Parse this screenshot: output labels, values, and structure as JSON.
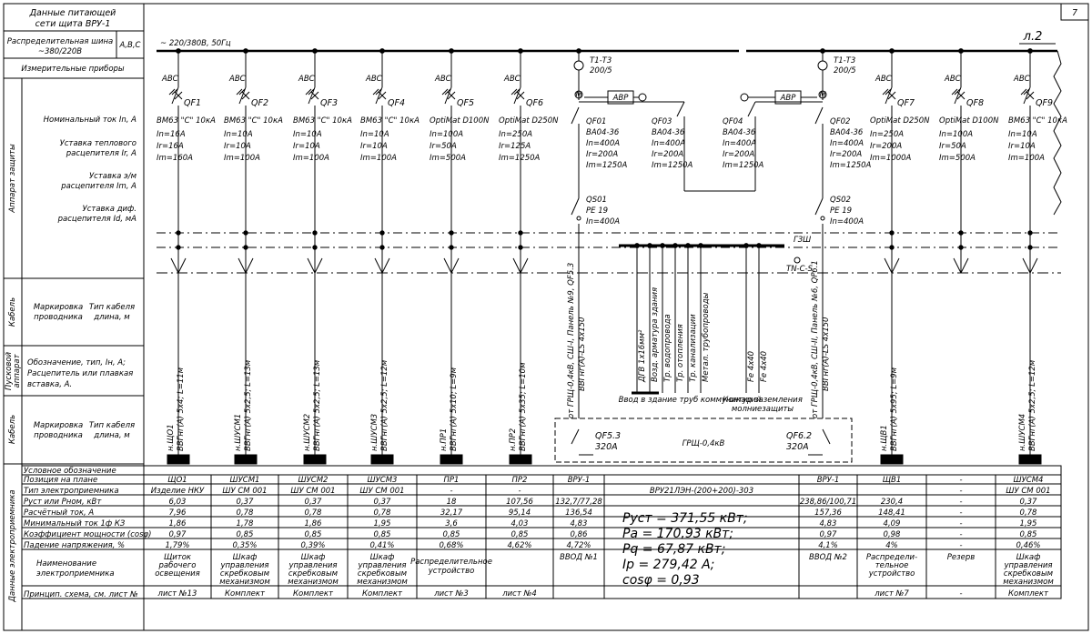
{
  "sheet": {
    "number": "7",
    "continuation": "л.2"
  },
  "left_panel": {
    "supply_header": [
      "Данные питающей",
      "сети щита ВРУ-1"
    ],
    "busbar_label": [
      "Распределительная шина",
      "~380/220В"
    ],
    "phases": "А,В,С",
    "instruments": "Измерительные приборы",
    "protection_group": "Аппарат защиты",
    "protection_params": [
      "Номинальный ток In, А",
      "Уставка теплового",
      "расцепителя Ir, А",
      "Уставка э/м",
      "расцепителя Im, А",
      "Уставка диф.",
      "расцепителя Id, мА"
    ],
    "cable_group": "Кабель",
    "cable_mark": [
      "Маркировка",
      "проводника"
    ],
    "cable_type": [
      "Тип кабеля",
      "длина, м"
    ],
    "starter_group": [
      "Пусковой",
      "аппарат"
    ],
    "starter_desc": [
      "Обозначение, тип, Iн, А;",
      "Расцепитель или плавкая",
      "вставка, А."
    ],
    "cable_group2": "Кабель",
    "data_group": "Данные электроприемника"
  },
  "network": {
    "supply": "~ 220/380В, 50Гц",
    "abc": "АВС",
    "ct1": [
      "Т1-Т3",
      "200/5"
    ],
    "ct2": [
      "Т1-Т3",
      "200/5"
    ],
    "avr": "АВР",
    "gzsh": "ГЗШ",
    "tncs": "TN-C-S",
    "grsh": "ГРЩ-0,4кВ",
    "input_note": "Ввод в здание труб коммуникаций",
    "ground_note": [
      "Контур заземления",
      "молниезащиты"
    ]
  },
  "breakers": [
    {
      "id": "QF1",
      "model": "ВМ63 \"С\" 10кА",
      "In": "In=16А",
      "Ir": "Ir=16А",
      "Im": "Im=160А"
    },
    {
      "id": "QF2",
      "model": "ВМ63 \"С\" 10кА",
      "In": "In=10А",
      "Ir": "Ir=10А",
      "Im": "Im=100А"
    },
    {
      "id": "QF3",
      "model": "ВМ63 \"С\" 10кА",
      "In": "In=10А",
      "Ir": "Ir=10А",
      "Im": "Im=100А"
    },
    {
      "id": "QF4",
      "model": "ВМ63 \"С\" 10кА",
      "In": "In=10А",
      "Ir": "Ir=10А",
      "Im": "Im=100А"
    },
    {
      "id": "QF5",
      "model": "OptiMat D100N",
      "In": "In=100А",
      "Ir": "Ir=50А",
      "Im": "Im=500А"
    },
    {
      "id": "QF6",
      "model": "OptiMat D250N",
      "In": "In=250А",
      "Ir": "Ir=125А",
      "Im": "Im=1250А"
    },
    {
      "id": "QF01",
      "model": "ВА04-36",
      "In": "In=400А",
      "Ir": "Ir=200А",
      "Im": "Im=1250А"
    },
    {
      "id": "QF03",
      "model": "ВА04-36",
      "In": "In=400А",
      "Ir": "Ir=200А",
      "Im": "Im=1250А"
    },
    {
      "id": "QF04",
      "model": "ВА04-36",
      "In": "In=400А",
      "Ir": "Ir=200А",
      "Im": "Im=1250А"
    },
    {
      "id": "QF02",
      "model": "ВА04-36",
      "In": "In=400А",
      "Ir": "Ir=200А",
      "Im": "Im=1250А"
    },
    {
      "id": "QF7",
      "model": "OptiMat D250N",
      "In": "In=250А",
      "Ir": "Ir=200А",
      "Im": "Im=1000А"
    },
    {
      "id": "QF8",
      "model": "OptiMat D100N",
      "In": "In=100А",
      "Ir": "Ir=50А",
      "Im": "Im=500А"
    },
    {
      "id": "QF9",
      "model": "ВМ63 \"С\" 10кА",
      "In": "In=10А",
      "Ir": "Ir=10А",
      "Im": "Im=100А"
    }
  ],
  "switches": [
    {
      "id": "QS01",
      "line2": "PE 19",
      "line3": "In=400А"
    },
    {
      "id": "QS02",
      "line2": "PE 19",
      "line3": "In=400А"
    }
  ],
  "feeders": [
    {
      "mark": "н.ЩО1",
      "cable": "ВВГнг(А) 5х4; L=11м"
    },
    {
      "mark": "н.ШУСМ1",
      "cable": "ВВГнг(А) 5х2,5; L=13м"
    },
    {
      "mark": "н.ШУСМ2",
      "cable": "ВВГнг(А) 5х2,5; L=13м"
    },
    {
      "mark": "н.ШУСМ3",
      "cable": "ВВГнг(А) 5х2,5; L=12м"
    },
    {
      "mark": "н.ПР1",
      "cable": "ВВГнг(А) 5х10; L=9м"
    },
    {
      "mark": "н.ПР2",
      "cable": "ВВГнг(А) 5х35; L=10м"
    },
    {
      "mark": "н.ЩВ1",
      "cable": "ВВГнг(А) 5х95; L=9м"
    },
    {
      "mark": "н.ШУСМ4",
      "cable": "ВВГнг(А) 5х2,5; L=12м"
    }
  ],
  "inputs": [
    {
      "text": "от ГРЩ-0,4кВ, СШ-I, Панель №9, QF5.3",
      "cable": "ВВГнг(А)-LS 4х150"
    },
    {
      "text": "от ГРЩ-0,4кВ, СШ-II, Панель №6, QF6.1",
      "cable": "ВВГнг(А)-LS 4х150"
    }
  ],
  "grsh_breakers": [
    {
      "id": "QF5.3",
      "rating": "320А"
    },
    {
      "id": "QF6.2",
      "rating": "320А"
    }
  ],
  "earthing_lines": [
    "ДГВ 1х16мм²",
    "Возд. арматура здания",
    "Тр. водопровода",
    "Тр. отопления",
    "Тр. канализации",
    "Метал. трубопроводы",
    "Fe 4х40",
    "Fe 4х40"
  ],
  "table": {
    "row_labels": [
      "Условное обозначение",
      "Позиция на плане",
      "Тип электроприемника",
      "Руст или Рном, кВт",
      "Расчётный ток, А",
      "Минимальный ток 1ф КЗ",
      "Коэффициент мощности (cosφ)",
      "Падение напряжения, %",
      "Наименование электроприемника",
      "Принцип. схема, см. лист №"
    ],
    "columns": [
      {
        "pos": "ЩО1",
        "type": "Изделие НКУ",
        "p": "6,03",
        "i": "7,96",
        "ikz": "1,86",
        "cos": "0,97",
        "du": "1,79%",
        "name": [
          "Щиток",
          "рабочего",
          "освещения"
        ],
        "sheet": "лист №13"
      },
      {
        "pos": "ШУСМ1",
        "type": "ШУ СМ 001",
        "p": "0,37",
        "i": "0,78",
        "ikz": "1,78",
        "cos": "0,85",
        "du": "0,35%",
        "name": [
          "Шкаф",
          "управления",
          "скребковым",
          "механизмом"
        ],
        "sheet": "Комплект"
      },
      {
        "pos": "ШУСМ2",
        "type": "ШУ СМ 001",
        "p": "0,37",
        "i": "0,78",
        "ikz": "1,86",
        "cos": "0,85",
        "du": "0,39%",
        "name": [
          "Шкаф",
          "управления",
          "скребковым",
          "механизмом"
        ],
        "sheet": "Комплект"
      },
      {
        "pos": "ШУСМ3",
        "type": "ШУ СМ 001",
        "p": "0,37",
        "i": "0,78",
        "ikz": "1,95",
        "cos": "0,85",
        "du": "0,41%",
        "name": [
          "Шкаф",
          "управления",
          "скребковым",
          "механизмом"
        ],
        "sheet": "Комплект"
      },
      {
        "pos": "ПР1",
        "type": "-",
        "p": "18",
        "i": "32,17",
        "ikz": "3,6",
        "cos": "0,85",
        "du": "0,68%",
        "name": [],
        "sheet": "лист №3"
      },
      {
        "pos": "ПР2",
        "type": "-",
        "p": "107,56",
        "i": "95,14",
        "ikz": "4,03",
        "cos": "0,85",
        "du": "4,62%",
        "name": [],
        "sheet": "лист №4"
      },
      {
        "pos": "ВРУ-1",
        "type": "",
        "p": "132,7/77,28",
        "i": "136,54",
        "ikz": "4,83",
        "cos": "0,86",
        "du": "4,72%",
        "name": [
          "ВВОД №1"
        ],
        "sheet": ""
      },
      {
        "pos": "ВРУ-1",
        "type": "",
        "p": "238,86/100,71",
        "i": "157,36",
        "ikz": "4,83",
        "cos": "0,97",
        "du": "4,1%",
        "name": [
          "ВВОД №2"
        ],
        "sheet": ""
      },
      {
        "pos": "ЩВ1",
        "type": "",
        "p": "230,4",
        "i": "148,41",
        "ikz": "4,09",
        "cos": "0,98",
        "du": "4%",
        "name": [
          "Распредели-",
          "тельное",
          "устройство"
        ],
        "sheet": "лист №7"
      },
      {
        "pos": "-",
        "type": "-",
        "p": "-",
        "i": "-",
        "ikz": "-",
        "cos": "-",
        "du": "-",
        "name": [
          "Резерв"
        ],
        "sheet": "-"
      },
      {
        "pos": "ШУСМ4",
        "type": "ШУ СМ 001",
        "p": "0,37",
        "i": "0,78",
        "ikz": "1,95",
        "cos": "0,85",
        "du": "0,46%",
        "name": [
          "Шкаф",
          "управления",
          "скребковым",
          "механизмом"
        ],
        "sheet": "Комплект"
      }
    ],
    "merged_name_pr": [
      "Распределительное",
      "устройство"
    ],
    "vru_type": "ВРУ21ЛЭН-(200+200)-303",
    "summary": [
      "Руст = 371,55 кВт;",
      "Ра = 170,93 кВт;",
      "Рq = 67,87 кВт;",
      "Iр = 279,42 А;",
      "cosφ = 0,93"
    ]
  }
}
